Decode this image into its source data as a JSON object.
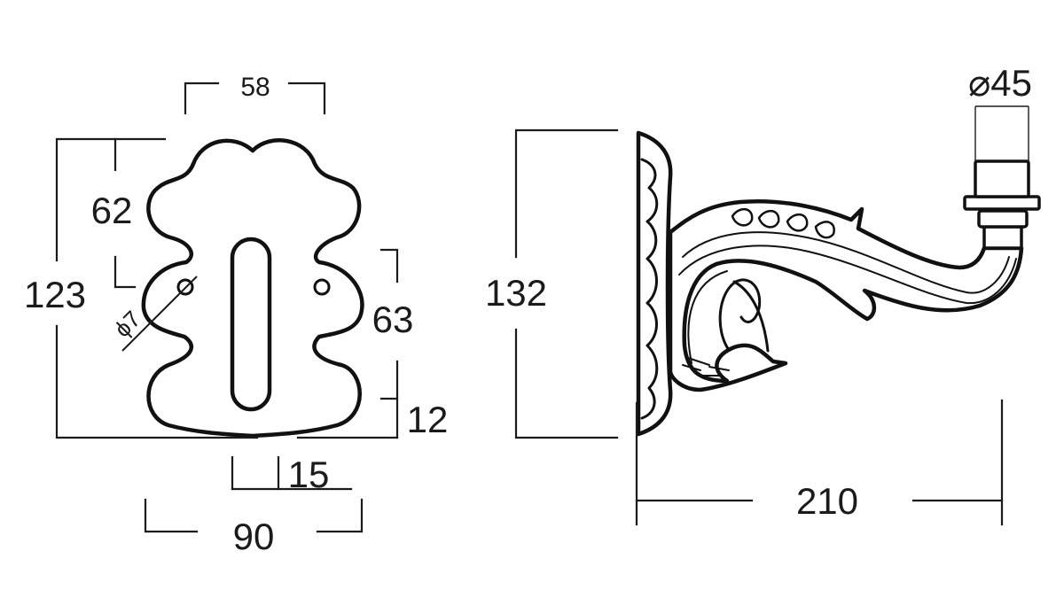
{
  "front_view": {
    "dimensions": {
      "top_width": "58",
      "upper_height": "62",
      "total_height": "123",
      "hole_diameter": "ϕ7",
      "hole_spacing": "63",
      "bottom_offset": "12",
      "slot_width": "15",
      "total_width": "90"
    }
  },
  "side_view": {
    "dimensions": {
      "plate_height": "132",
      "socket_diameter": "⌀45",
      "projection": "210"
    }
  },
  "colors": {
    "line": "#111111",
    "background": "#ffffff"
  }
}
